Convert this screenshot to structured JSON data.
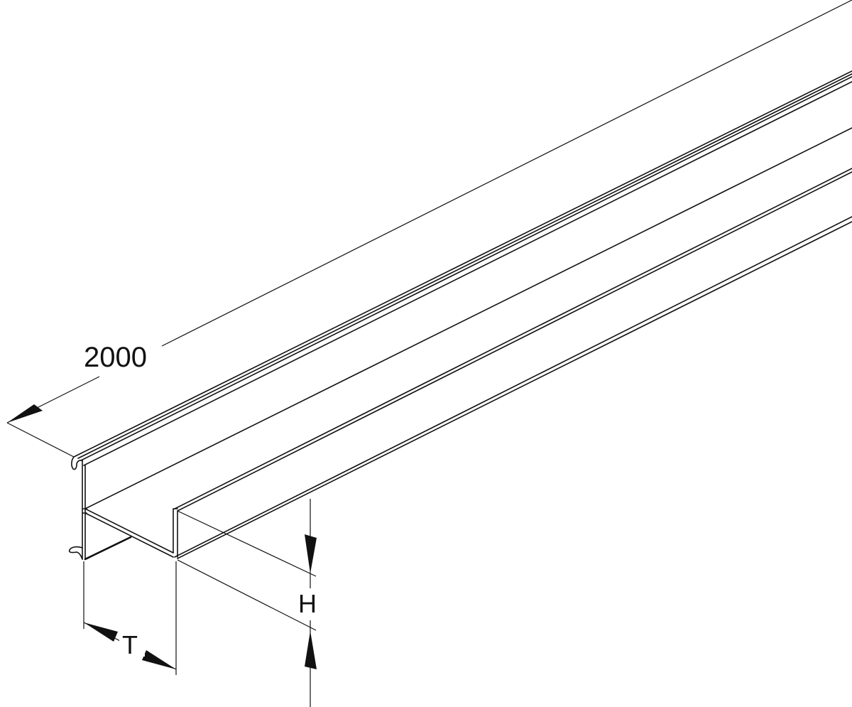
{
  "drawing": {
    "subject": "cable trunking profile rail, isometric view",
    "dimensions": {
      "length": {
        "label": "2000"
      },
      "depth": {
        "label": "T"
      },
      "height": {
        "label": "H"
      }
    },
    "colors": {
      "line": "#111111",
      "background": "#ffffff"
    }
  }
}
